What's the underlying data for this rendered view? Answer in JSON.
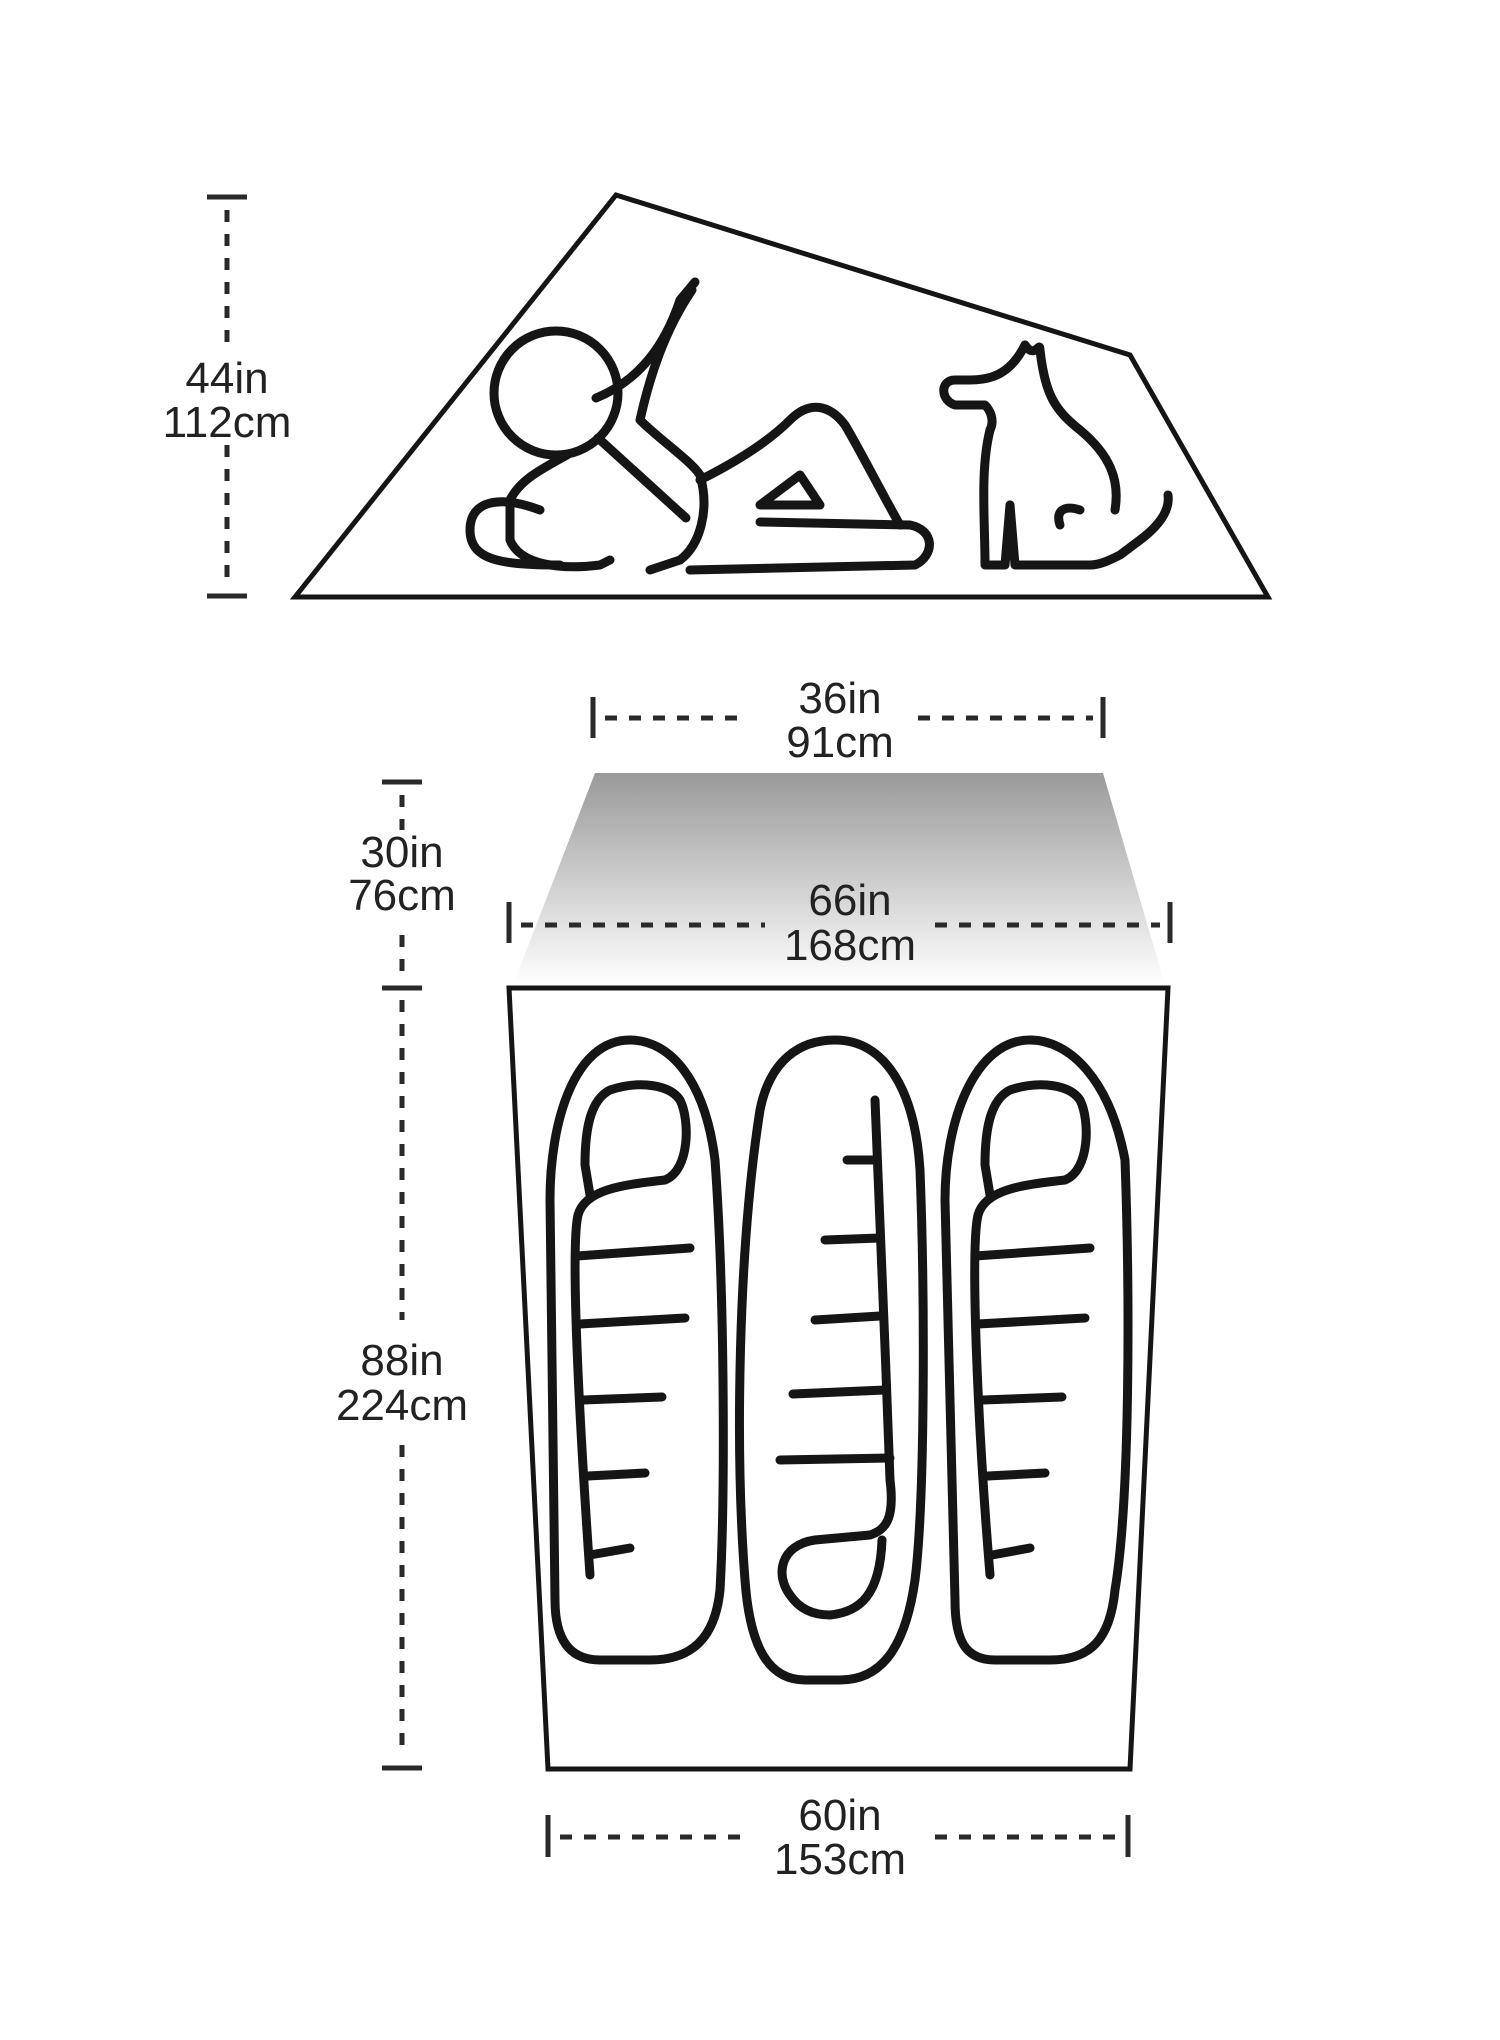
{
  "dimensions": {
    "height": {
      "in": "44in",
      "cm": "112cm"
    },
    "vestibule_depth": {
      "in": "30in",
      "cm": "76cm"
    },
    "floor_length": {
      "in": "88in",
      "cm": "224cm"
    },
    "vestibule_front_width": {
      "in": "36in",
      "cm": "91cm"
    },
    "head_width": {
      "in": "66in",
      "cm": "168cm"
    },
    "foot_width": {
      "in": "60in",
      "cm": "153cm"
    }
  },
  "colors": {
    "line": "#151515",
    "text": "#222222",
    "vestibule_shade_dark": "#9a9a9a",
    "background": "#ffffff"
  },
  "icons": [
    "person-icon",
    "dog-icon",
    "sleeping-bag-icon"
  ]
}
